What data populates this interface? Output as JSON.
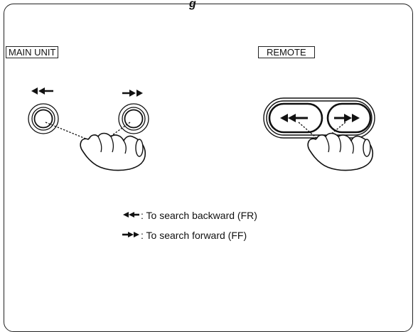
{
  "labels": {
    "main_unit": "MAIN UNIT",
    "remote": "REMOTE"
  },
  "symbols": {
    "rewind": "◀◀",
    "fast_forward": "▶▶"
  },
  "legend": [
    {
      "symbol": "◀◀",
      "text": ": To search backward (FR)"
    },
    {
      "symbol": "▶▶",
      "text": ": To search forward (FF)"
    }
  ]
}
